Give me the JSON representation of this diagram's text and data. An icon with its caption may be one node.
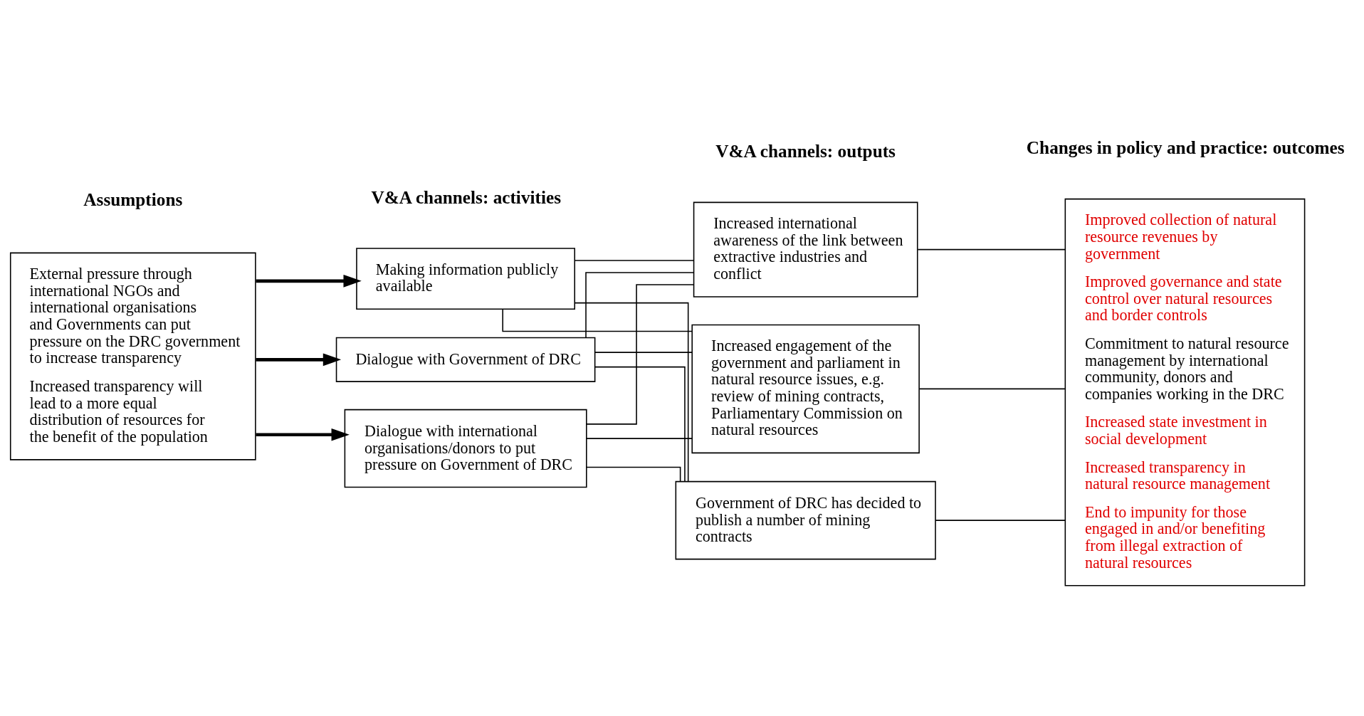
{
  "diagram": {
    "nodes": [
      {
        "text": [
          "External pressure through international NGOs and international organisations and Governments can put pressure on the DRC government to increase transparency",
          "Increased transparency will lead to a more equal distribution of resources for the benefit of the population"
        ]
      },
      {
        "text": [
          "Making information publicly available"
        ]
      },
      {
        "text": [
          "Dialogue with Government of DRC"
        ]
      },
      {
        "text": [
          "Dialogue with international organisations/donors to put pressure on Government of DRC"
        ]
      },
      {
        "text": [
          "Increased international awareness of the link between extractive industries and conflict"
        ]
      },
      {
        "text": [
          "Increased engagement of the government and parliament in natural resource issues, e.g. review of mining contracts, Parliamentary Commission on natural resources"
        ]
      },
      {
        "text": [
          "Government of DRC has decided to publish a number of mining contracts"
        ]
      },
      {
        "text": [
          "Improved collection of natural resource revenues by government",
          "Improved governance and state control over natural resources and border controls",
          "Commitment to natural resource management by international community, donors and companies working in the DRC",
          "Increased state investment in social development",
          "Increased transparency in natural resource management",
          "End to impunity for those engaged in and/or benefiting from illegal extraction of natural resources"
        ]
      }
    ],
    "edges": [
      {
        "from": 0,
        "to": 1,
        "arrow": "to",
        "style": "thick"
      },
      {
        "from": 0,
        "to": 2,
        "arrow": "to",
        "style": "thick"
      },
      {
        "from": 0,
        "to": 3,
        "arrow": "to",
        "style": "thick"
      },
      {
        "from": 1,
        "to": 4,
        "arrow": "none"
      },
      {
        "from": 1,
        "to": 5,
        "arrow": "none"
      },
      {
        "from": 1,
        "to": 6,
        "arrow": "none"
      },
      {
        "from": 2,
        "to": 4,
        "arrow": "none"
      },
      {
        "from": 2,
        "to": 5,
        "arrow": "none"
      },
      {
        "from": 2,
        "to": 6,
        "arrow": "none"
      },
      {
        "from": 3,
        "to": 4,
        "arrow": "none"
      },
      {
        "from": 3,
        "to": 5,
        "arrow": "none"
      },
      {
        "from": 3,
        "to": 6,
        "arrow": "none"
      },
      {
        "from": 4,
        "to": 7,
        "arrow": "none"
      },
      {
        "from": 5,
        "to": 7,
        "arrow": "none"
      },
      {
        "from": 6,
        "to": 7,
        "arrow": "none"
      }
    ],
    "labels": [
      "Assumptions",
      "V&A channels: activities",
      "V&A channels: outputs",
      "Changes in policy and practice: outcomes"
    ]
  }
}
